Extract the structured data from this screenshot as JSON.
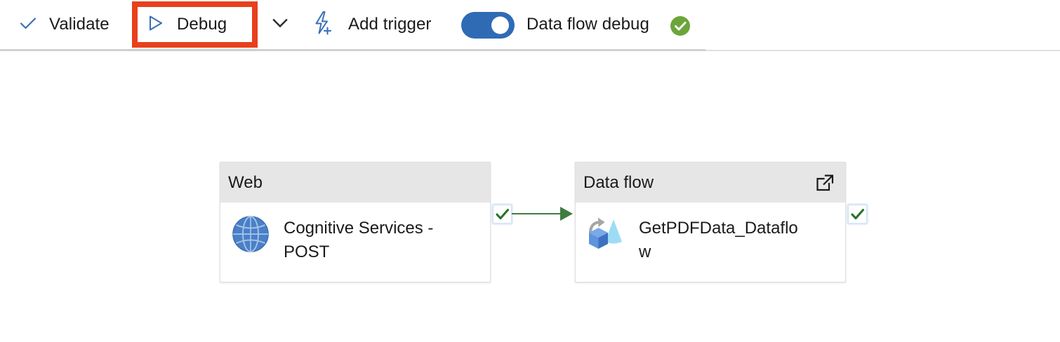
{
  "toolbar": {
    "validate": {
      "label": "Validate",
      "icon": "check-icon"
    },
    "debug": {
      "label": "Debug",
      "icon": "play-triangle-icon",
      "highlighted": true,
      "highlight_color": "#e8401c"
    },
    "debug_dropdown": {
      "icon": "chevron-down-icon"
    },
    "add_trigger": {
      "label": "Add trigger",
      "icon": "lightning-bolt-plus-icon"
    },
    "data_flow_debug": {
      "label": "Data flow debug",
      "toggle_state": "on",
      "toggle_color": "#2f6bb5",
      "status_icon": "green-check-circle-icon",
      "status_color": "#6ba53a"
    }
  },
  "canvas": {
    "nodes": [
      {
        "type_label": "Web",
        "title": "Cognitive Services - POST",
        "icon": "globe-icon",
        "header_color": "#e6e6e6",
        "output_handle": {
          "icon": "green-check-icon",
          "color": "#267326"
        }
      },
      {
        "type_label": "Data flow",
        "title": "GetPDFData_Dataflow",
        "icon": "data-flow-icon",
        "header_color": "#e6e6e6",
        "header_action_icon": "open-in-new-icon",
        "output_handle": {
          "icon": "green-check-icon",
          "color": "#267326"
        }
      }
    ],
    "connector": {
      "from": "Web",
      "to": "Data flow",
      "kind": "success",
      "color": "#3f7d3f"
    }
  }
}
